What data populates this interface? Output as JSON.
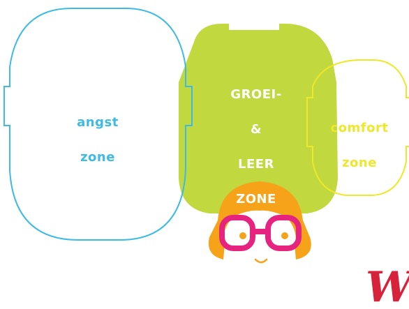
{
  "zones": {
    "fear": {
      "line1": "angst",
      "line2": "zone"
    },
    "growth": {
      "line1": "GROEI-",
      "line2": "&",
      "line3": "LEER",
      "line4": "ZONE"
    },
    "comfort": {
      "line1": "comfort",
      "line2": "zone"
    }
  },
  "colors": {
    "fear": "#3dbbe6",
    "growth": "#c1d83f",
    "comfort": "#efe829",
    "hair": "#f6a319",
    "glasses": "#e6237f",
    "logo": "#d6223b"
  },
  "logo": {
    "text": "W"
  }
}
